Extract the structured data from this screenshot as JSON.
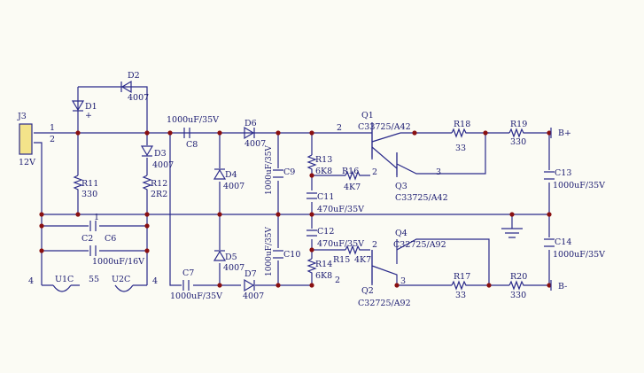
{
  "labels": {
    "j3": "J3",
    "j3_v": "12V",
    "pin1": "1",
    "pin2": "2",
    "d1": "D1",
    "d1_plus": "+",
    "d2": "D2",
    "d2_v": "4007",
    "c8_v": "1000uF/35V",
    "c8": "C8",
    "d6": "D6",
    "d6_v": "4007",
    "d3": "D3",
    "d3_v": "4007",
    "r11": "R11",
    "r11_v": "330",
    "r12": "R12",
    "r12_v": "2R2",
    "d4": "D4",
    "d4_v": "4007",
    "c9": "C9",
    "c9_v": "1000uF/35V",
    "r13": "R13",
    "r13_v": "6K8",
    "c11": "C11",
    "c11_v": "470uF/35V",
    "q1": "Q1",
    "q1_v": "C33725/A42",
    "q1_pin2": "2",
    "r16": "R16",
    "r16_v": "4K7",
    "q3_pin2": "2",
    "q3_pin3": "3",
    "q3": "Q3",
    "q3_v": "C33725/A42",
    "r18": "R18",
    "r18_v": "33",
    "r19": "R19",
    "r19_v": "330",
    "bplus": "B+",
    "c13": "C13",
    "c13_v": "1000uF/35V",
    "c2": "C2",
    "c6": "C6",
    "c6_v": "1000uF/16V",
    "c6_pin1": "1",
    "c12": "C12",
    "c12_v": "470uF/35V",
    "q4": "Q4",
    "q4_v": "C32725/A92",
    "q4_pin2": "2",
    "r15": "R15",
    "r15_v": "4K7",
    "c10": "C10",
    "c10_v": "1000uF/35V",
    "c14": "C14",
    "c14_v": "1000uF/35V",
    "r14": "R14",
    "r14_v": "6K8",
    "d5": "D5",
    "d5_v": "4007",
    "u1c_pin": "4",
    "u1c": "U1C",
    "u_mid": "55",
    "u2c": "U2C",
    "u2c_pin": "4",
    "c7": "C7",
    "c7_v": "1000uF/35V",
    "d7": "D7",
    "d7_v": "4007",
    "q2_pin2": "2",
    "q2": "Q2",
    "q2_v": "C32725/A92",
    "q2_pin3": "3",
    "r17": "R17",
    "r17_v": "33",
    "r20": "R20",
    "r20_v": "330",
    "bminus": "B-"
  }
}
